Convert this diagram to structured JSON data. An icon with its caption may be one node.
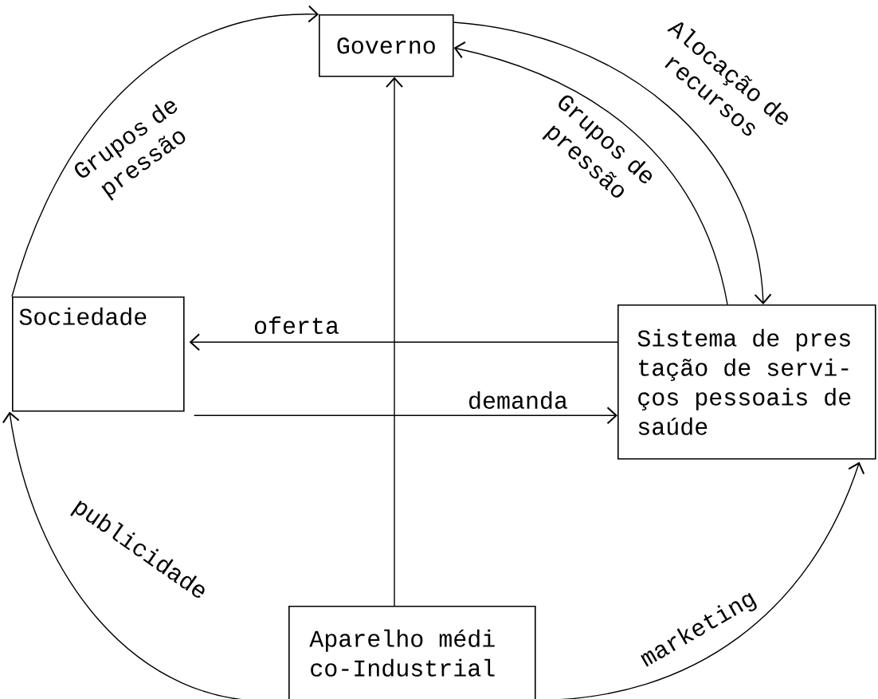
{
  "diagram": {
    "nodes": [
      {
        "text": [
          "Governo"
        ]
      },
      {
        "text": [
          "Sociedade"
        ]
      },
      {
        "text": [
          "Sistema de pres tação de servi- ços pessoais de saúde"
        ]
      },
      {
        "text": [
          "Aparelho médi co-Industrial"
        ]
      }
    ],
    "edges": [
      {
        "from": 1,
        "to": 0,
        "arrow": "to",
        "label": "Grupos de pressão"
      },
      {
        "from": 2,
        "to": 0,
        "arrow": "to",
        "label": "Grupos de pressão"
      },
      {
        "from": 0,
        "to": 2,
        "arrow": "to",
        "label": "Alocação de recursos"
      },
      {
        "from": 2,
        "to": 1,
        "arrow": "to",
        "label": "oferta"
      },
      {
        "from": 1,
        "to": 2,
        "arrow": "to",
        "label": "demanda"
      },
      {
        "from": 3,
        "to": 0,
        "arrow": "to"
      },
      {
        "from": 3,
        "to": 1,
        "arrow": "to",
        "label": "publicidade"
      },
      {
        "from": 3,
        "to": 2,
        "arrow": "to",
        "label": "marketing"
      }
    ]
  }
}
